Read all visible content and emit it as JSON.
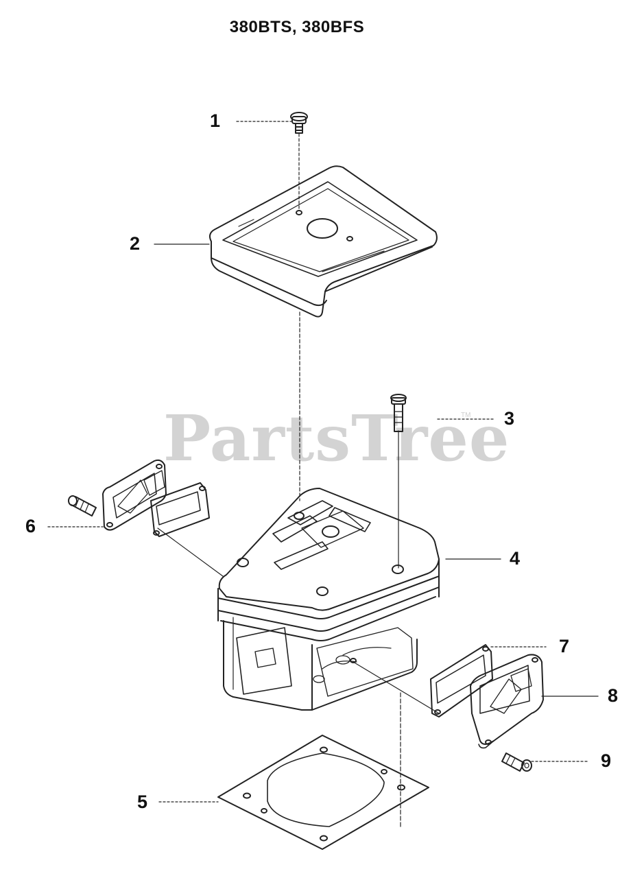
{
  "header": {
    "title": "380BTS, 380BFS"
  },
  "watermark": {
    "text": "PartsTree",
    "tm": "TM"
  },
  "callouts": [
    {
      "id": "1",
      "label": "1"
    },
    {
      "id": "2",
      "label": "2"
    },
    {
      "id": "3",
      "label": "3"
    },
    {
      "id": "4",
      "label": "4"
    },
    {
      "id": "5",
      "label": "5"
    },
    {
      "id": "6",
      "label": "6"
    },
    {
      "id": "7",
      "label": "7"
    },
    {
      "id": "8",
      "label": "8"
    },
    {
      "id": "9",
      "label": "9"
    }
  ]
}
